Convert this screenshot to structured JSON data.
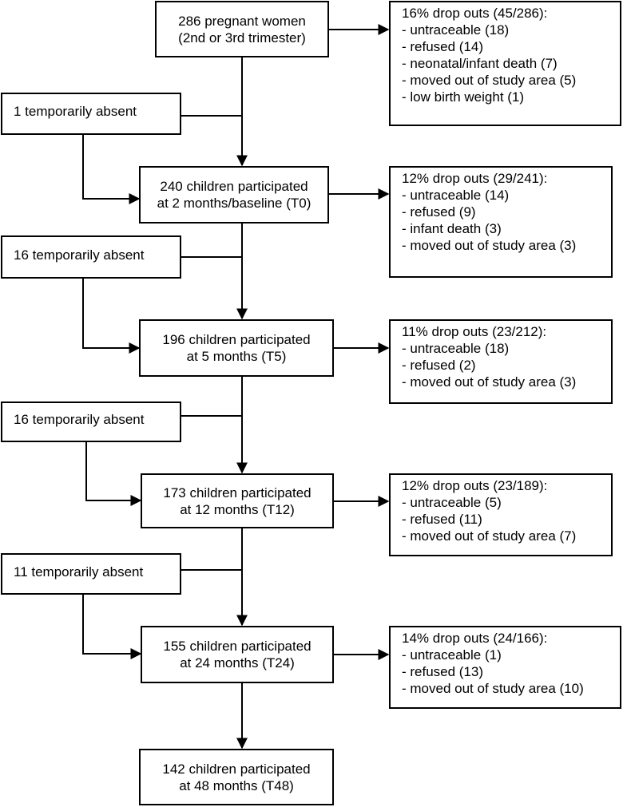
{
  "main_flow": [
    {
      "lines": [
        "286 pregnant women",
        "(2nd or 3rd trimester)"
      ]
    },
    {
      "lines": [
        "240 children participated",
        "at 2 months/baseline (T0)"
      ]
    },
    {
      "lines": [
        "196 children participated",
        "at 5 months (T5)"
      ]
    },
    {
      "lines": [
        "173 children participated",
        "at 12 months (T12)"
      ]
    },
    {
      "lines": [
        "155 children participated",
        "at 24 months (T24)"
      ]
    },
    {
      "lines": [
        "142 children participated",
        "at 48 months (T48)"
      ]
    }
  ],
  "dropouts": [
    {
      "title": "16% drop outs (45/286):",
      "items": [
        "- untraceable (18)",
        "- refused (14)",
        "- neonatal/infant death (7)",
        "- moved out of study area (5)",
        "- low birth weight (1)"
      ]
    },
    {
      "title": "12% drop outs (29/241):",
      "items": [
        "- untraceable (14)",
        "- refused (9)",
        "- infant death (3)",
        "- moved out of study area (3)"
      ]
    },
    {
      "title": "11% drop outs (23/212):",
      "items": [
        "- untraceable (18)",
        "- refused (2)",
        "- moved out of study area (3)"
      ]
    },
    {
      "title": "12% drop outs (23/189):",
      "items": [
        "- untraceable (5)",
        "- refused (11)",
        "- moved out of study area (7)"
      ]
    },
    {
      "title": "14% drop outs (24/166):",
      "items": [
        "- untraceable (1)",
        "- refused (13)",
        "- moved out of study area (10)"
      ]
    }
  ],
  "temporarily_absent": [
    "1 temporarily absent",
    "16 temporarily absent",
    "16 temporarily absent",
    "11 temporarily absent"
  ]
}
